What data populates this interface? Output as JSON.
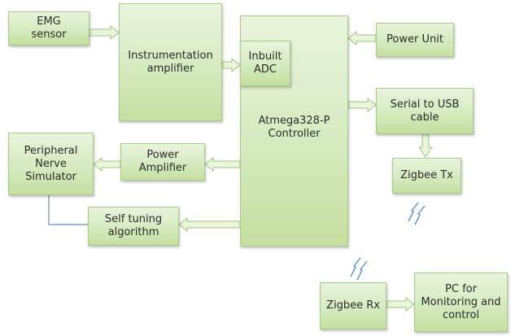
{
  "blocks": {
    "emg_sensor": "EMG\nsensor",
    "instrumentation_amplifier": "Instrumentation\namplifier",
    "inbuilt_adc": "Inbuilt\nADC",
    "controller": "Atmega328-P\nController",
    "power_unit": "Power Unit",
    "serial_usb": "Serial to USB\ncable",
    "zigbee_tx": "Zigbee Tx",
    "peripheral_nerve_simulator": "Peripheral\nNerve\nSimulator",
    "power_amplifier": "Power\nAmplifier",
    "self_tuning_algorithm": "Self tuning\nalgorithm",
    "zigbee_rx": "Zigbee Rx",
    "pc_monitoring": "PC for\nMonitoring and\ncontrol"
  },
  "colors": {
    "block_fill": "#d6eac0",
    "block_border": "#a9c98a",
    "arrow_fill": "#eaf5dc",
    "arrow_stroke": "#9fc47e",
    "connector_line": "#5b8fc9"
  }
}
